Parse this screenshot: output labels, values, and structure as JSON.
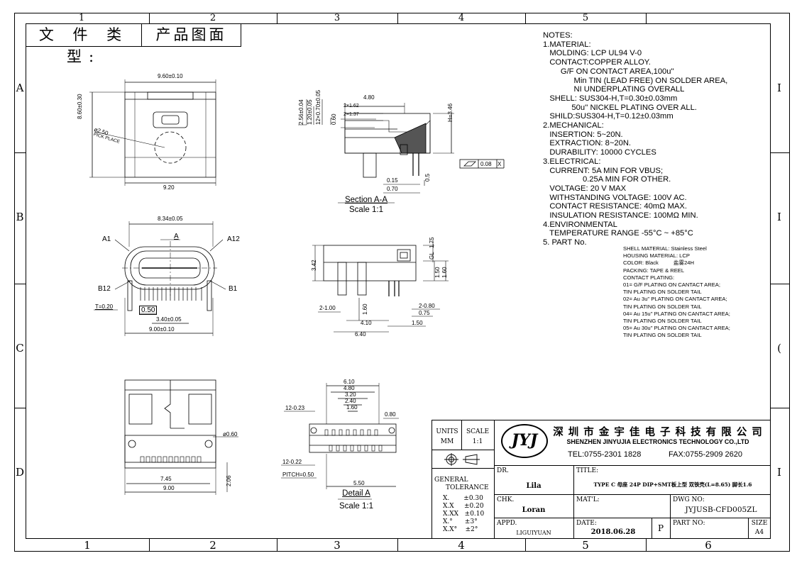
{
  "zones": {
    "top": [
      "1",
      "2",
      "3",
      "4",
      "5"
    ],
    "bottom": [
      "1",
      "2",
      "3",
      "4",
      "5",
      "6"
    ],
    "left": [
      "A",
      "B",
      "C",
      "D"
    ],
    "right": [
      "I",
      "I",
      "(",
      "I"
    ]
  },
  "header": {
    "doc_type_label": "文 件 类 型:",
    "doc_type_value": "产品图面"
  },
  "notes": {
    "text": "NOTES:\n1.MATERIAL:\n   MOLDING: LCP UL94 V-0\n   CONTACT:COPPER ALLOY.\n        G/F ON CONTACT AREA,100u''\n              Min TIN (LEAD FREE) ON SOLDER AREA,\n              NI UNDERPLATING OVERALL\n   SHELL: SUS304-H,T=0.30±0.03mm\n             50u'' NICKEL PLATING OVER ALL.\n   SHILD:SUS304-H,T=0.12±0.03mm\n2.MECHANICAL:\n   INSERTION: 5~20N.\n   EXTRACTION: 8~20N.\n   DURABILITY: 10000 CYCLES\n3.ELECTRICAL:\n   CURRENT: 5A MIN FOR VBUS;\n                  0.25A MIN FOR OTHER.\n   VOLTAGE: 20 V MAX\n   WITHSTANDING VOLTAGE: 100V AC.\n   CONTACT RESISTANCE: 40mΩ MAX.\n   INSULATION RESISTANCE: 100MΩ MIN.\n4.ENVIRONMENTAL\n   TEMPERATURE RANGE -55°C ~ +85°C\n5. PART No.",
    "part_info": "SHELL MATERIAL: Stainless Steel\nHOUSING MATERIAL: LCP\nCOLOR: Black          盐雾24H\nPACKING: TAPE & REEL\nCONTACT PLATING:\n01= G/F PLATING ON CANTACT AREA;\nTIN PLATING ON SOLDER TAIL\n02= Au 3u'' PLATING ON CANTACT AREA;\nTIN PLATING ON SOLDER TAIL\n04= Au 15u'' PLATING ON CANTACT AREA;\nTIN PLATING ON SOLDER TAIL\n05= Au 30u'' PLATING ON CANTACT AREA;\nTIN PLATING ON SOLDER TAIL"
  },
  "views": {
    "top": {
      "dim_width": "9.60±0.10",
      "dim_height": "8.60±0.30",
      "dim_bottom": "9.20",
      "hole": "ø2.50",
      "pick": "PICK PLACE"
    },
    "front": {
      "dim_top": "8.34±0.05",
      "a1": "A1",
      "a12": "A12",
      "b12": "B12",
      "b1": "B1",
      "a": "A",
      "t": "T=0.20",
      "d050": "0.50",
      "d340": "3.40±0.05",
      "d900": "9.00±0.10"
    },
    "section": {
      "d256": "2.56±0.04",
      "d120": "1.20±0.05",
      "d070": "12×0.70±0.05",
      "d060": "0.60",
      "d480": "4.80",
      "d162": "2×1.62",
      "d137": "2×1.37",
      "h346": "H=3.46",
      "flat": "0.08",
      "flat_ref": "X",
      "d015": "0.15",
      "d070b": "0.70",
      "d05": "0.5",
      "cap1": "Section A-A",
      "cap2": "Scale 1:1"
    },
    "side": {
      "d342": "3.42",
      "d175": "1.75",
      "gl": "GL",
      "d150": "1.50",
      "d160": "1.60",
      "d2100": "2-1.00",
      "d160b": "1.60",
      "d410": "4.10",
      "d640": "6.40",
      "d2080": "2-0.80",
      "d075": "0.75",
      "d150b": "1.50"
    },
    "bottom": {
      "d060": "ø0.60",
      "d745": "7.45",
      "d900": "9.00",
      "d206": "2.06"
    },
    "detail": {
      "d610": "6.10",
      "d480": "4.80",
      "d320": "3.20",
      "d240": "2.40",
      "d160": "1.60",
      "d1223": "12-0.23",
      "d080": "0.80",
      "d1222": "12-0.22",
      "pitch": "PITCH=0.50",
      "d550": "5.50",
      "cap1": "Detail A",
      "cap2": "Scale 1:1"
    }
  },
  "title_block": {
    "units_label": "UNITS",
    "units_value": "MM",
    "scale_label": "SCALE",
    "scale_value": "1:1",
    "logo": "JYJ",
    "company_cn": "深 圳 市 金 宇 佳 电 子 科 技 有 限 公 司",
    "company_en": "SHENZHEN JINYUJIA ELECTRONICS TECHNOLOGY CO.,LTD",
    "tel": "TEL:0755-2301 1828",
    "fax": "FAX:0755-2909 2620",
    "general_label": "GENERAL",
    "tolerance_label": "TOLERANCE",
    "tolerances": [
      "X.       ±0.30",
      "X.X     ±0.20",
      "X.XX   ±0.10",
      "X.°      ±3°",
      "X.X°    ±2°"
    ],
    "dr_label": "DR.",
    "dr_value": "Lila",
    "chk_label": "CHK.",
    "chk_value": "Loran",
    "appd_label": "APPD.",
    "appd_value": "LIGUIYUAN",
    "title_label": "TITLE:",
    "title_value": "TYPE C 母座 24P DIP+SMT板上型 双铁壳(L=8.65) 脚长1.6",
    "matl_label": "MAT'L:",
    "dwg_label": "DWG NO:",
    "dwg_value": "JYJUSB-CFD005ZL",
    "date_label": "DATE:",
    "date_value": "2018.06.28",
    "rev_value": "P",
    "part_label": "PART NO:",
    "size_label": "SIZE",
    "size_value": "A4"
  }
}
